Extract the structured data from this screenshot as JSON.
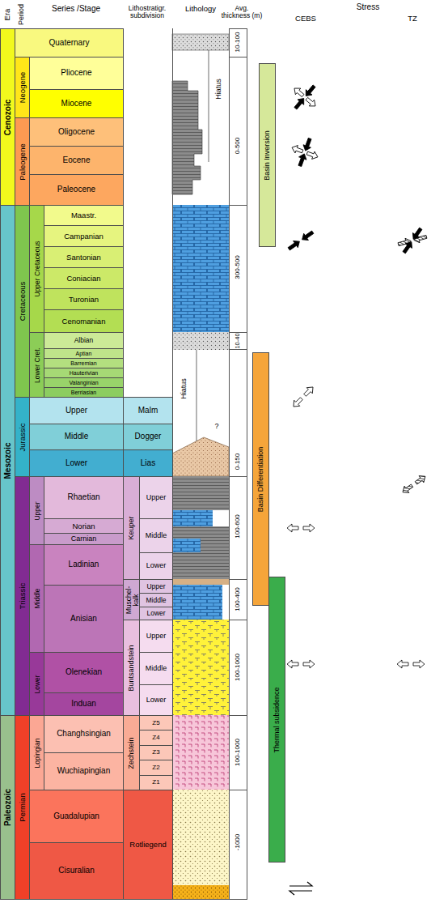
{
  "diagram": {
    "nodes": [
      {
        "text": [
          "Cenozoic"
        ]
      },
      {
        "text": [
          "Mesozoic"
        ]
      },
      {
        "text": [
          "Paleozoic"
        ]
      },
      {
        "text": [
          "Quaternary"
        ]
      },
      {
        "text": [
          "Neogene"
        ]
      },
      {
        "text": [
          "Paleogene"
        ]
      },
      {
        "text": [
          "Pliocene"
        ]
      },
      {
        "text": [
          "Miocene"
        ]
      },
      {
        "text": [
          "Oligocene"
        ]
      },
      {
        "text": [
          "Eocene"
        ]
      },
      {
        "text": [
          "Paleocene"
        ]
      },
      {
        "text": [
          "Cretaceous"
        ]
      },
      {
        "text": [
          "Upper Cretaceous"
        ]
      },
      {
        "text": [
          "Lower Cret."
        ]
      },
      {
        "text": [
          "Maastr."
        ]
      },
      {
        "text": [
          "Campanian"
        ]
      },
      {
        "text": [
          "Santonian"
        ]
      },
      {
        "text": [
          "Coniacian"
        ]
      },
      {
        "text": [
          "Turonian"
        ]
      },
      {
        "text": [
          "Cenomanian"
        ]
      },
      {
        "text": [
          "Albian"
        ]
      },
      {
        "text": [
          "Aptian"
        ]
      },
      {
        "text": [
          "Barremian"
        ]
      },
      {
        "text": [
          "Hauterivian"
        ]
      },
      {
        "text": [
          "Valanginian"
        ]
      },
      {
        "text": [
          "Berriasian"
        ]
      },
      {
        "text": [
          "Jurassic"
        ]
      },
      {
        "text": [
          "Upper"
        ]
      },
      {
        "text": [
          "Middle"
        ]
      },
      {
        "text": [
          "Lower"
        ]
      },
      {
        "text": [
          "Malm"
        ]
      },
      {
        "text": [
          "Dogger"
        ]
      },
      {
        "text": [
          "Lias"
        ]
      },
      {
        "text": [
          "Triassic"
        ]
      },
      {
        "text": [
          "Upper"
        ]
      },
      {
        "text": [
          "Middle"
        ]
      },
      {
        "text": [
          "Lower"
        ]
      },
      {
        "text": [
          "Rhaetian"
        ]
      },
      {
        "text": [
          "Norian"
        ]
      },
      {
        "text": [
          "Carnian"
        ]
      },
      {
        "text": [
          "Ladinian"
        ]
      },
      {
        "text": [
          "Anisian"
        ]
      },
      {
        "text": [
          "Olenekian"
        ]
      },
      {
        "text": [
          "Induan"
        ]
      },
      {
        "text": [
          "Keuper"
        ]
      },
      {
        "text": [
          "Upper"
        ]
      },
      {
        "text": [
          "Middle"
        ]
      },
      {
        "text": [
          "Lower"
        ]
      },
      {
        "text": [
          "Muschel- kalk"
        ]
      },
      {
        "text": [
          "Upper"
        ]
      },
      {
        "text": [
          "Middle"
        ]
      },
      {
        "text": [
          "Lower"
        ]
      },
      {
        "text": [
          "Buntsandstein"
        ]
      },
      {
        "text": [
          "Upper"
        ]
      },
      {
        "text": [
          "Middle"
        ]
      },
      {
        "text": [
          "Lower"
        ]
      },
      {
        "text": [
          "Permian"
        ]
      },
      {
        "text": [
          "Lopingian"
        ]
      },
      {
        "text": [
          "Changhsingian"
        ]
      },
      {
        "text": [
          "Wuchiapingian"
        ]
      },
      {
        "text": [
          "Guadalupian"
        ]
      },
      {
        "text": [
          "Cisuralian"
        ]
      },
      {
        "text": [
          "Zechstein"
        ]
      },
      {
        "text": [
          "Z5"
        ]
      },
      {
        "text": [
          "Z4"
        ]
      },
      {
        "text": [
          "Z3"
        ]
      },
      {
        "text": [
          "Z2"
        ]
      },
      {
        "text": [
          "Z1"
        ]
      },
      {
        "text": [
          "Rotliegend"
        ]
      },
      {
        "text": [
          "Basin Inversion"
        ]
      },
      {
        "text": [
          "Basin Differentiation"
        ]
      },
      {
        "text": [
          "Thermal subsidence"
        ]
      }
    ],
    "labels": [
      "Era",
      "Period",
      "Series /Stage",
      "Lithostratigr. subdivision",
      "Lithology",
      "Avg. thickness (m)",
      "Stress",
      "CEBS",
      "TZ",
      "Hiatus",
      "Hiatus",
      "?",
      "10-100",
      "0-500",
      "300-500",
      "10-40",
      "0-150",
      "100-600",
      "100-400",
      "100-1000",
      "100-1000",
      "-1000"
    ]
  }
}
